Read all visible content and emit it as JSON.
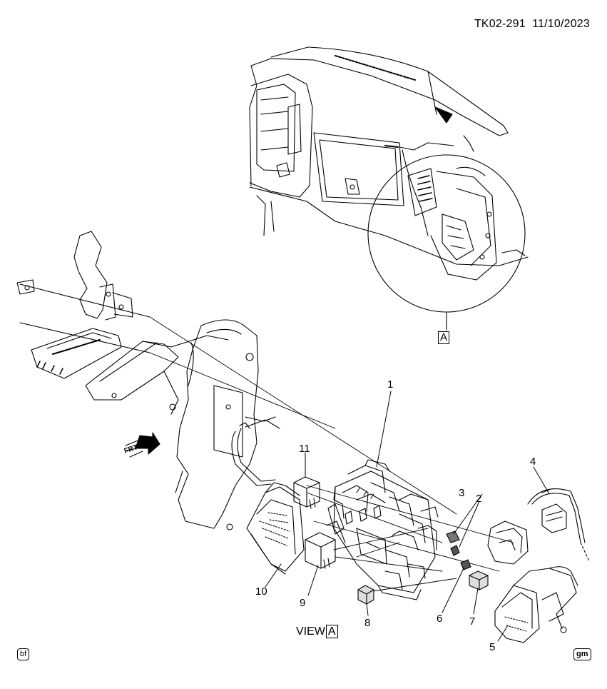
{
  "header": {
    "code": "TK02-291",
    "date": "11/10/2023"
  },
  "view_marker": "A",
  "view_label": {
    "text": "VIEW",
    "box": "A"
  },
  "frt_label": "FRT",
  "callouts": [
    "1",
    "2",
    "3",
    "4",
    "5",
    "6",
    "7",
    "8",
    "9",
    "10",
    "11"
  ],
  "corner_left_badge": "bf",
  "corner_right_badge": "gm"
}
